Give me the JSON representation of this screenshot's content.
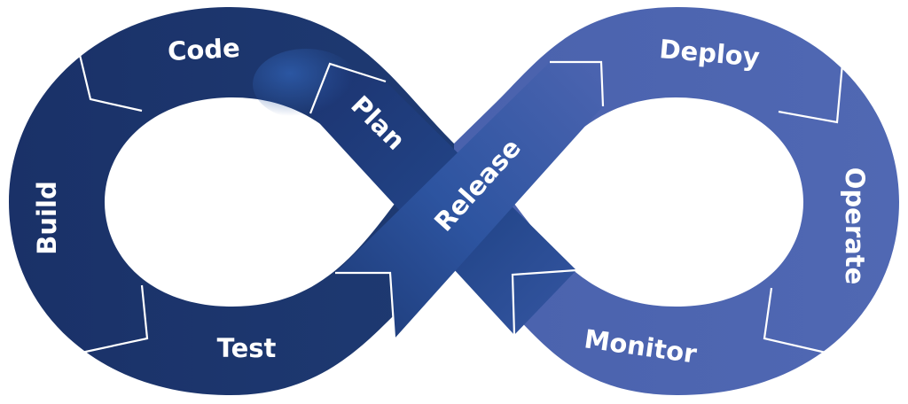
{
  "diagram": {
    "colors": {
      "left_loop": "#1c336a",
      "right_loop": "#4e65b1",
      "cross_light": "#4a62ae",
      "cross_dark": "#1d3a74",
      "label": "#ffffff",
      "background": "#ffffff"
    },
    "stages": [
      {
        "label": "Plan"
      },
      {
        "label": "Code"
      },
      {
        "label": "Build"
      },
      {
        "label": "Test"
      },
      {
        "label": "Release"
      },
      {
        "label": "Deploy"
      },
      {
        "label": "Operate"
      },
      {
        "label": "Monitor"
      }
    ]
  }
}
